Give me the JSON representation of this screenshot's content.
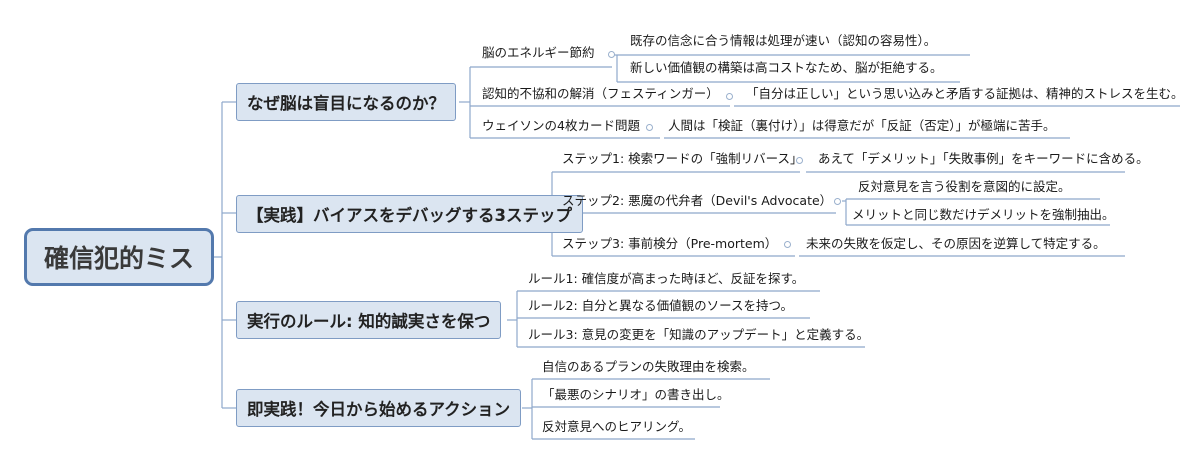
{
  "root": {
    "label": "確信犯的ミス"
  },
  "branches": [
    {
      "label": "なぜ脳は盲目になるのか？",
      "items": [
        {
          "label": "脳のエネルギー節約",
          "children": [
            {
              "label": "既存の信念に合う情報は処理が速い（認知の容易性）。"
            },
            {
              "label": "新しい価値観の構築は高コストなため、脳が拒絶する。"
            }
          ]
        },
        {
          "label": "認知的不協和の解消（フェスティンガー）",
          "children": [
            {
              "label": "「自分は正しい」という思い込みと矛盾する証拠は、精神的ストレスを生む。"
            }
          ]
        },
        {
          "label": "ウェイソンの4枚カード問題",
          "children": [
            {
              "label": "人間は「検証（裏付け）」は得意だが「反証（否定）」が極端に苦手。"
            }
          ]
        }
      ]
    },
    {
      "label": "【実践】バイアスをデバッグする3ステップ",
      "items": [
        {
          "label": "ステップ1: 検索ワードの「強制リバース」",
          "children": [
            {
              "label": "あえて「デメリット」「失敗事例」をキーワードに含める。"
            }
          ]
        },
        {
          "label": "ステップ2: 悪魔の代弁者（Devil's Advocate）",
          "children": [
            {
              "label": "反対意見を言う役割を意図的に設定。"
            },
            {
              "label": "メリットと同じ数だけデメリットを強制抽出。"
            }
          ]
        },
        {
          "label": "ステップ3: 事前検分（Pre-mortem）",
          "children": [
            {
              "label": "未来の失敗を仮定し、その原因を逆算して特定する。"
            }
          ]
        }
      ]
    },
    {
      "label": "実行のルール: 知的誠実さを保つ",
      "items": [
        {
          "label": "ルール1: 確信度が高まった時ほど、反証を探す。"
        },
        {
          "label": "ルール2: 自分と異なる価値観のソースを持つ。"
        },
        {
          "label": "ルール3: 意見の変更を「知識のアップデート」と定義する。"
        }
      ]
    },
    {
      "label": "即実践！今日から始めるアクション",
      "items": [
        {
          "label": "自信のあるプランの失敗理由を検索。"
        },
        {
          "label": "「最悪のシナリオ」の書き出し。"
        },
        {
          "label": "反対意見へのヒアリング。"
        }
      ]
    }
  ]
}
